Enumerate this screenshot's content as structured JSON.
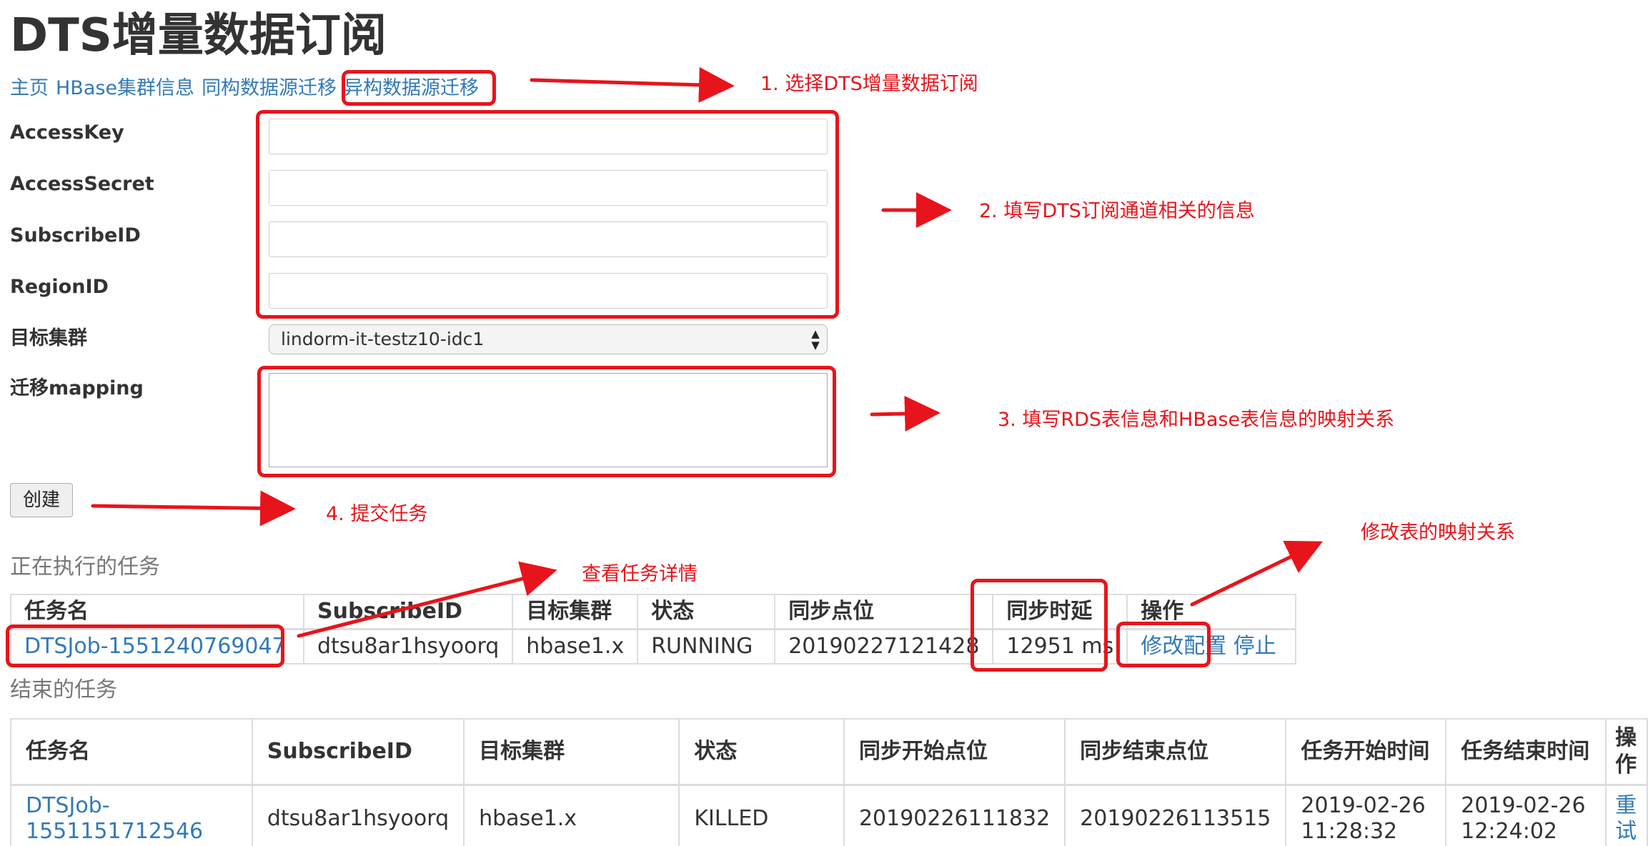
{
  "page": {
    "title": "DTS增量数据订阅"
  },
  "nav": {
    "items": [
      {
        "label": "主页"
      },
      {
        "label": "HBase集群信息"
      },
      {
        "label": "同构数据源迁移"
      },
      {
        "label": "异构数据源迁移"
      }
    ]
  },
  "form": {
    "access_key_label": "AccessKey",
    "access_key_value": "",
    "access_secret_label": "AccessSecret",
    "access_secret_value": "",
    "subscribe_id_label": "SubscribeID",
    "subscribe_id_value": "",
    "region_id_label": "RegionID",
    "region_id_value": "",
    "target_cluster_label": "目标集群",
    "target_cluster_value": "lindorm-it-testz10-idc1",
    "mapping_label": "迁移mapping",
    "mapping_value": "",
    "create_button": "创建"
  },
  "running": {
    "title": "正在执行的任务",
    "headers": [
      "任务名",
      "SubscribeID",
      "目标集群",
      "状态",
      "同步点位",
      "同步时延",
      "操作"
    ],
    "rows": [
      {
        "name": "DTSJob-1551240769047",
        "subscribe_id": "dtsu8ar1hsyoorq",
        "cluster": "hbase1.x",
        "status": "RUNNING",
        "sync_point": "20190227121428",
        "delay": "12951 ms",
        "action_modify": "修改配置",
        "action_stop": "停止"
      }
    ]
  },
  "finished": {
    "title": "结束的任务",
    "headers": [
      "任务名",
      "SubscribeID",
      "目标集群",
      "状态",
      "同步开始点位",
      "同步结束点位",
      "任务开始时间",
      "任务结束时间",
      "操作"
    ],
    "rows": [
      {
        "name": "DTSJob-1551151712546",
        "subscribe_id": "dtsu8ar1hsyoorq",
        "cluster": "hbase1.x",
        "status": "KILLED",
        "start_point": "20190226111832",
        "end_point": "20190226113515",
        "start_time": "2019-02-26 11:28:32",
        "end_time": "2019-02-26 12:24:02",
        "action": "重试"
      }
    ]
  },
  "annotations": {
    "step1": "1. 选择DTS增量数据订阅",
    "step2": "2. 填写DTS订阅通道相关的信息",
    "step3": "3. 填写RDS表信息和HBase表信息的映射关系",
    "step4": "4. 提交任务",
    "view_detail": "查看任务详情",
    "modify_mapping": "修改表的映射关系",
    "color": "#e8141b"
  },
  "colors": {
    "link": "#337ab7",
    "text": "#333333",
    "muted": "#777777",
    "border": "#dddddd"
  }
}
